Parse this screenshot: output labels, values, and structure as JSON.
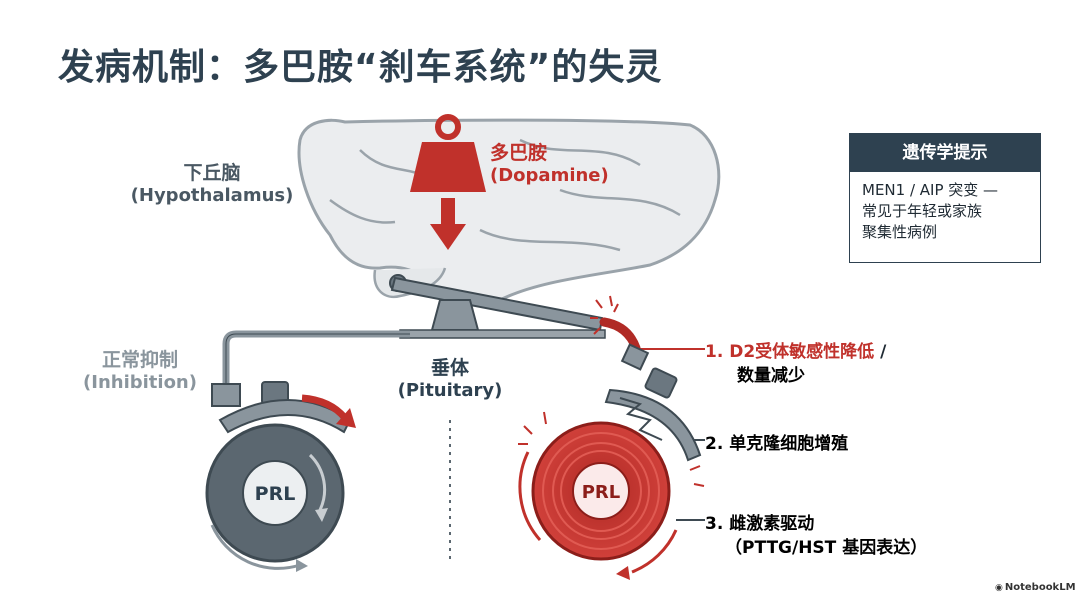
{
  "title": "发病机制：多巴胺“刹车系统”的失灵",
  "labels": {
    "hypothalamus_zh": "下丘脑",
    "hypothalamus_en": "(Hypothalamus)",
    "dopamine_zh": "多巴胺",
    "dopamine_en": "(Dopamine)",
    "inhibition_zh": "正常抑制",
    "inhibition_en": "(Inhibition)",
    "pituitary_zh": "垂体",
    "pituitary_en": "(Pituitary)",
    "prl_normal": "PRL",
    "prl_tumor": "PRL"
  },
  "notes": {
    "n1_red": "1. D2受体敏感性降低",
    "n1_slash": " /",
    "n1_line2": "数量减少",
    "n2_red": "2. 单克隆细胞增殖",
    "n3_red": "3. 雌激素驱动",
    "n3_line2": "（PTTG/HST 基因表达）"
  },
  "genetics": {
    "header": "遗传学提示",
    "line1": "MEN1 / AIP 突变 —",
    "line2": "常见于年轻或家族",
    "line3": "聚集性病例"
  },
  "watermark": "NotebookLM",
  "colors": {
    "navy": "#2e4150",
    "red": "#c0312b",
    "gray": "#5b6770",
    "light_gray": "#d4d8db"
  }
}
